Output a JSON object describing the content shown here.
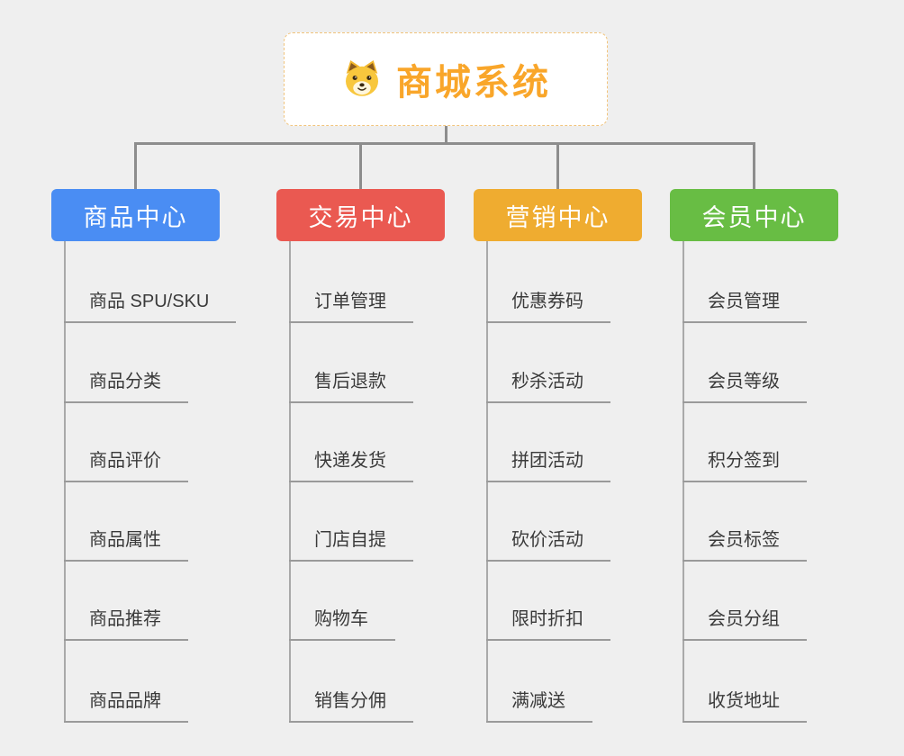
{
  "root": {
    "title": "商城系统",
    "title_color": "#F9A62A",
    "icon": "dog-icon"
  },
  "canvas": {
    "background": "#EFEFEF",
    "connector_color": "#8D8D8D"
  },
  "branches": [
    {
      "label": "商品中心",
      "color": "#4A8DF3",
      "children": [
        "商品 SPU/SKU",
        "商品分类",
        "商品评价",
        "商品属性",
        "商品推荐",
        "商品品牌"
      ]
    },
    {
      "label": "交易中心",
      "color": "#EA5951",
      "children": [
        "订单管理",
        "售后退款",
        "快递发货",
        "门店自提",
        "购物车",
        "销售分佣"
      ]
    },
    {
      "label": "营销中心",
      "color": "#EFAC30",
      "children": [
        "优惠券码",
        "秒杀活动",
        "拼团活动",
        "砍价活动",
        "限时折扣",
        "满减送"
      ]
    },
    {
      "label": "会员中心",
      "color": "#68BD44",
      "children": [
        "会员管理",
        "会员等级",
        "积分签到",
        "会员标签",
        "会员分组",
        "收货地址"
      ]
    }
  ]
}
